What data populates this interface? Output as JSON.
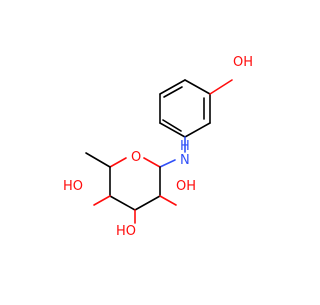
{
  "molecule": {
    "atom_labels": {
      "oh_phenol": "OH",
      "nh": "N",
      "nh_h": "H",
      "ring_oxygen": "O",
      "oh_c5": "HO",
      "oh_c4": "HO",
      "oh_c2": "OH"
    },
    "colors": {
      "bond": "#000000",
      "oxygen": "#ff0d0d",
      "nitrogen": "#3050f8",
      "background": "#ffffff"
    }
  }
}
